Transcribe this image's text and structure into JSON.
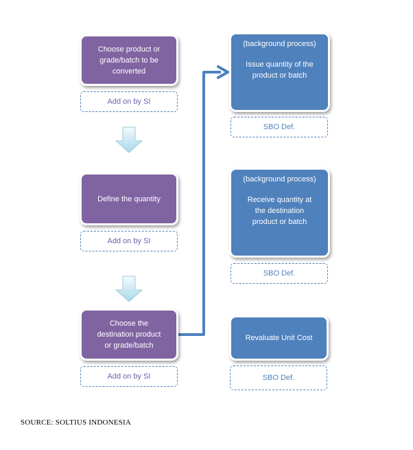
{
  "left_column": {
    "step1": {
      "lines": [
        "Choose product or",
        "grade/batch to be",
        "converted"
      ],
      "note": "Add on by SI"
    },
    "step2": {
      "lines": [
        "Define the quantity"
      ],
      "note": "Add on by SI"
    },
    "step3": {
      "lines": [
        "Choose the",
        "destination product",
        "or grade/batch"
      ],
      "note": "Add on by SI"
    }
  },
  "right_column": {
    "process1": {
      "header": "(background process)",
      "lines": [
        "Issue quantity  of the",
        "product or batch"
      ],
      "note": "SBO Def."
    },
    "process2": {
      "header": "(background process)",
      "lines": [
        "Receive quantity at",
        "the destination",
        "product or batch"
      ],
      "note": "SBO Def."
    },
    "process3": {
      "lines": [
        "Revaluate  Unit Cost"
      ],
      "note": "SBO Def."
    }
  },
  "source": "SOURCE: SOLTIUS INDONESIA",
  "colors": {
    "purple_box": "#8064a2",
    "blue_box": "#4f81bd",
    "connector": "#4f81bd",
    "down_arrow": "#c6e6f3"
  }
}
